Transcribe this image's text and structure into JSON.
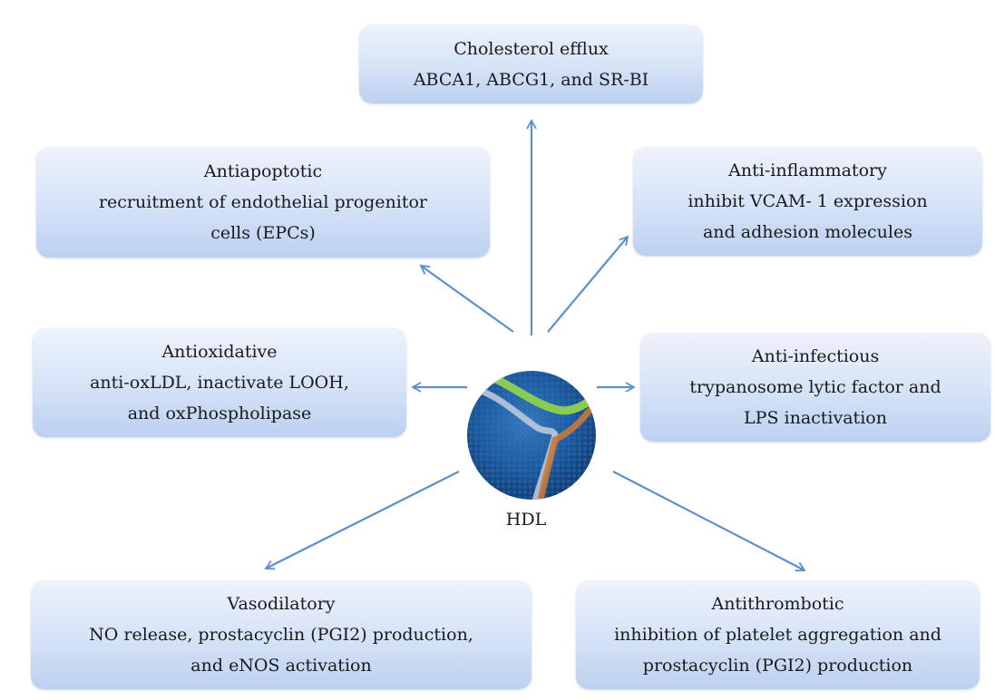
{
  "center": {
    "label": "HDL"
  },
  "boxes": {
    "cholesterol": [
      "Cholesterol efflux",
      "ABCA1, ABCG1, and SR-BI"
    ],
    "antiapoptotic": [
      "Antiapoptotic",
      "recruitment of endothelial progenitor",
      "cells (EPCs)"
    ],
    "anti_inflammatory": [
      "Anti-inflammatory",
      "inhibit VCAM- 1 expression",
      "and adhesion molecules"
    ],
    "antioxidative": [
      "Antioxidative",
      "anti-oxLDL, inactivate LOOH,",
      "and oxPhospholipase"
    ],
    "anti_infectious": [
      "Anti-infectious",
      "trypanosome lytic factor and",
      "LPS inactivation"
    ],
    "vasodilatory": [
      "Vasodilatory",
      "NO release, prostacyclin (PGI2) production,",
      "and eNOS activation"
    ],
    "antithrombotic": [
      "Antithrombotic",
      "inhibition of platelet aggregation and",
      "prostacyclin (PGI2) production"
    ]
  },
  "colors": {
    "arrow": "#5b8fd0",
    "box_top": "#eef3fb",
    "box_bottom": "#bcd0f0",
    "particle": "#1d5aa0",
    "stripe_green": "#8fd14f",
    "stripe_orange": "#c9793a",
    "stripe_light": "#b9c8d8"
  }
}
